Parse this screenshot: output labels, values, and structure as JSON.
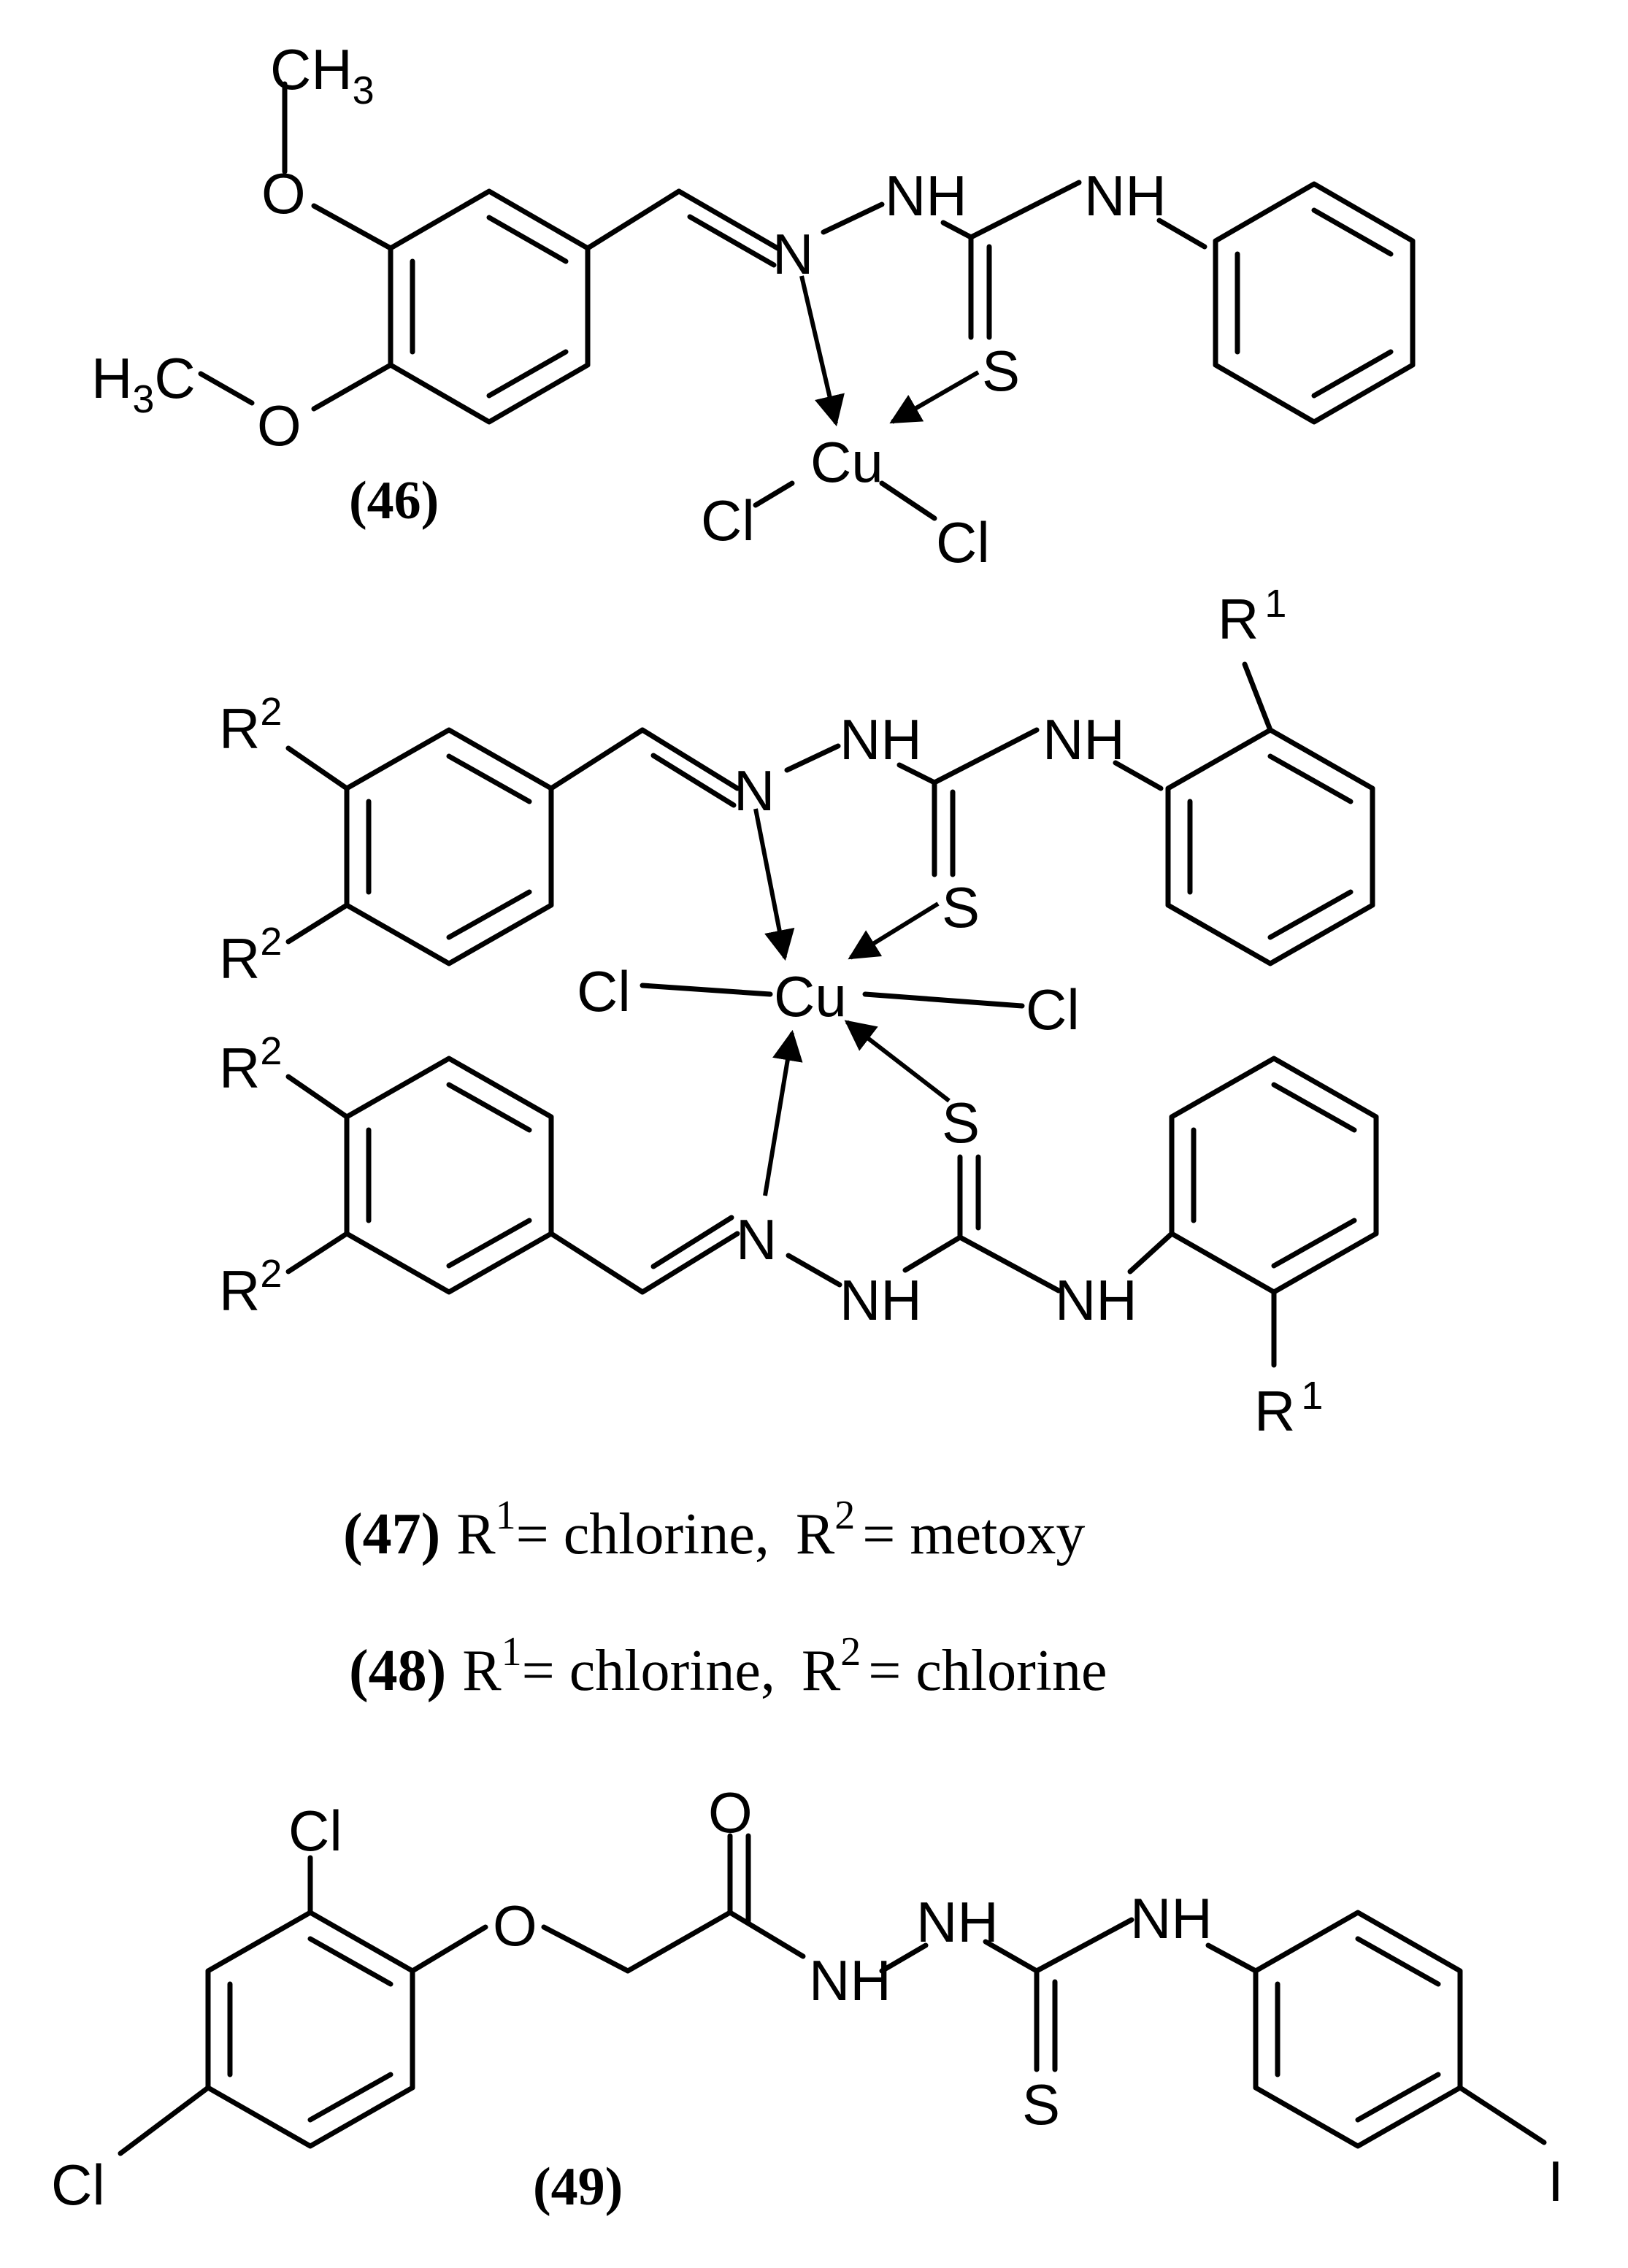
{
  "labels": {
    "ch3": "CH",
    "h3c_h": "H",
    "three": "3",
    "c": "C",
    "o": "O",
    "n": "N",
    "nh": "NH",
    "s": "S",
    "cu": "Cu",
    "cl": "Cl",
    "i": "I",
    "r": "R",
    "sup1": "1",
    "sup2": "2"
  },
  "compounds": {
    "c46": "(46)",
    "c47": "(47)",
    "c48": "(48)",
    "c49": "(49)"
  },
  "captions": {
    "c47_r1": "= chlorine,",
    "c47_r2": "= metoxy",
    "c48_r1": "= chlorine,",
    "c48_r2": "= chlorine"
  }
}
